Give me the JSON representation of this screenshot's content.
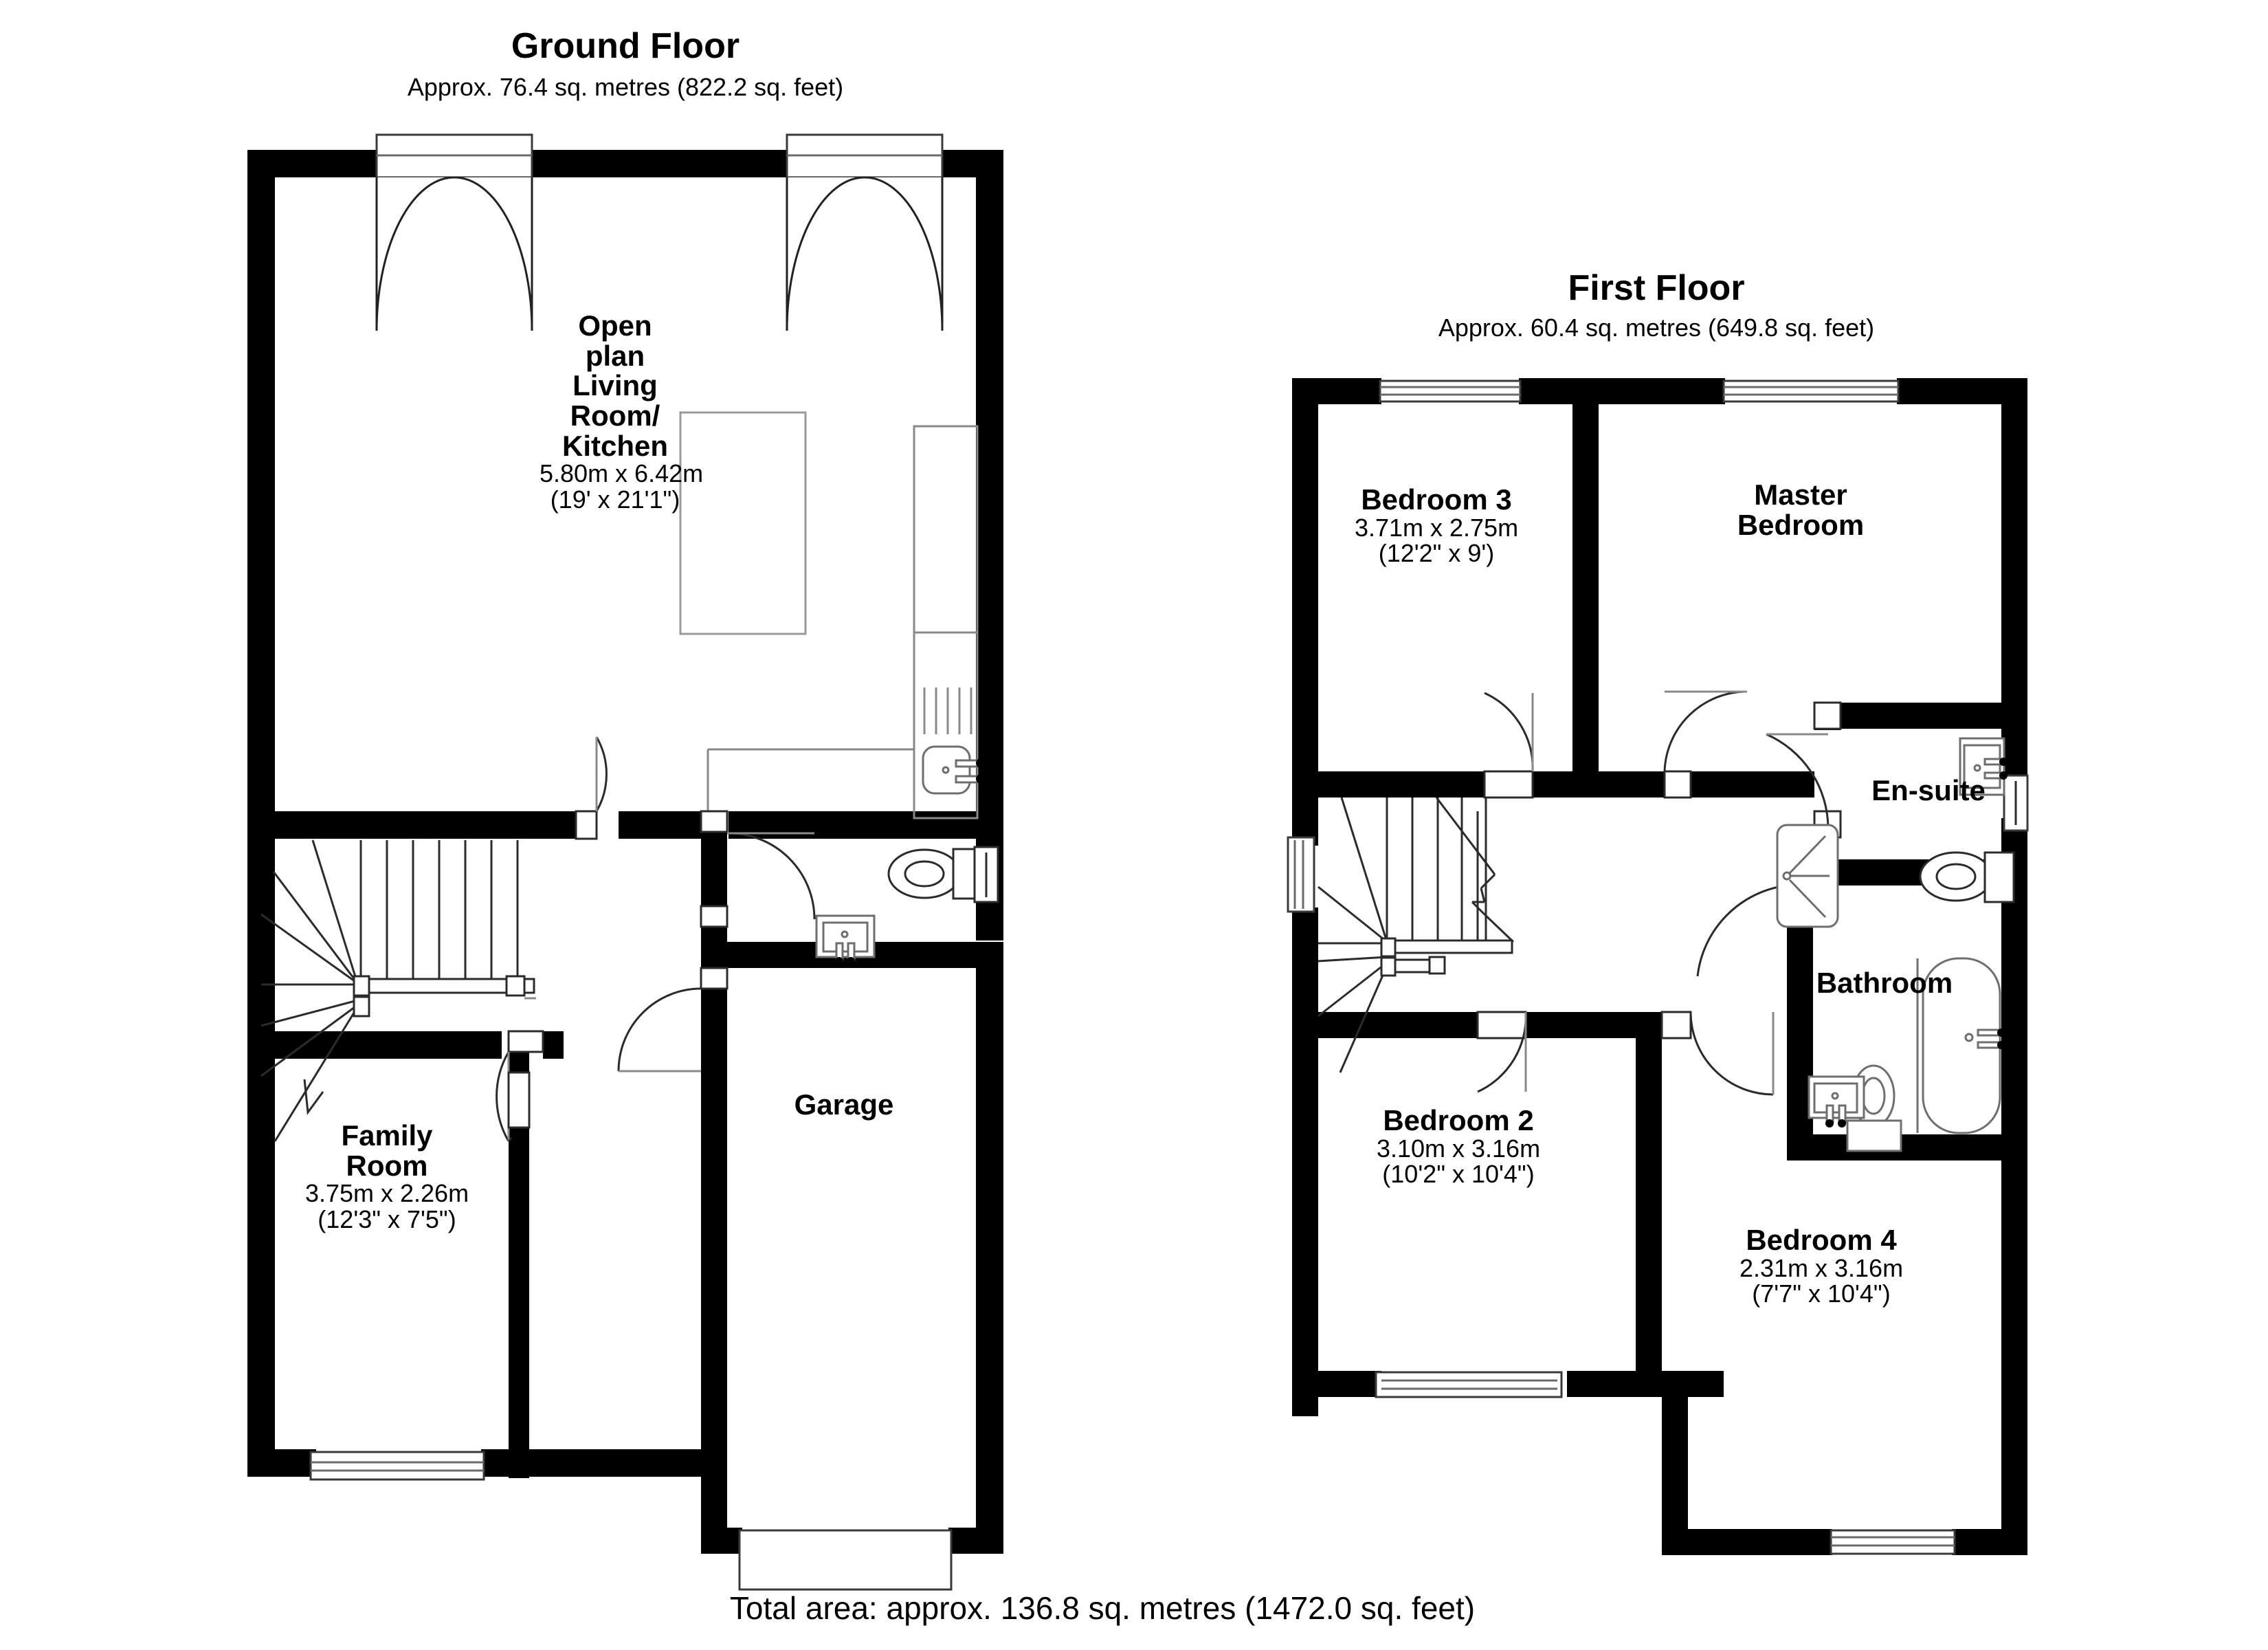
{
  "document": {
    "type": "floor-plan",
    "background_color": "#ffffff",
    "line_color": "#000000",
    "wall_fill": "#000000",
    "fixture_stroke": "#555555"
  },
  "floors": [
    {
      "id": "ground",
      "title": "Ground Floor",
      "area_text": "Approx. 76.4 sq. metres (822.2 sq. feet)",
      "area_sq_metres": 76.4,
      "area_sq_feet": 822.2,
      "rooms": [
        {
          "id": "open-plan-living-kitchen",
          "name_lines": [
            "Open",
            "plan",
            "Living",
            "Room/",
            "Kitchen"
          ],
          "name": "Open plan Living Room/ Kitchen",
          "dim_metric": "5.80m x 6.42m",
          "dim_imperial": "(19' x 21'1\")"
        },
        {
          "id": "family-room",
          "name_lines": [
            "Family",
            "Room"
          ],
          "name": "Family Room",
          "dim_metric": "3.75m x 2.26m",
          "dim_imperial": "(12'3\" x 7'5\")"
        },
        {
          "id": "garage",
          "name_lines": [
            "Garage"
          ],
          "name": "Garage",
          "dim_metric": "",
          "dim_imperial": ""
        }
      ]
    },
    {
      "id": "first",
      "title": "First Floor",
      "area_text": "Approx. 60.4 sq. metres (649.8 sq. feet)",
      "area_sq_metres": 60.4,
      "area_sq_feet": 649.8,
      "rooms": [
        {
          "id": "bedroom-3",
          "name_lines": [
            "Bedroom 3"
          ],
          "name": "Bedroom 3",
          "dim_metric": "3.71m x 2.75m",
          "dim_imperial": "(12'2\" x 9')"
        },
        {
          "id": "master-bedroom",
          "name_lines": [
            "Master",
            "Bedroom"
          ],
          "name": "Master Bedroom",
          "dim_metric": "",
          "dim_imperial": ""
        },
        {
          "id": "en-suite",
          "name_lines": [
            "En-suite"
          ],
          "name": "En-suite",
          "dim_metric": "",
          "dim_imperial": ""
        },
        {
          "id": "bathroom",
          "name_lines": [
            "Bathroom"
          ],
          "name": "Bathroom",
          "dim_metric": "",
          "dim_imperial": ""
        },
        {
          "id": "bedroom-2",
          "name_lines": [
            "Bedroom 2"
          ],
          "name": "Bedroom 2",
          "dim_metric": "3.10m x 3.16m",
          "dim_imperial": "(10'2\" x 10'4\")"
        },
        {
          "id": "bedroom-4",
          "name_lines": [
            "Bedroom 4"
          ],
          "name": "Bedroom 4",
          "dim_metric": "2.31m x 3.16m",
          "dim_imperial": "(7'7\" x 10'4\")"
        }
      ]
    }
  ],
  "footer": {
    "total_area_text": "Total area: approx. 136.8 sq. metres (1472.0 sq. feet)",
    "total_sq_metres": 136.8,
    "total_sq_feet": 1472.0
  },
  "labels": {
    "ground_title": "Ground Floor",
    "ground_area": "Approx. 76.4 sq. metres (822.2 sq. feet)",
    "first_title": "First Floor",
    "first_area": "Approx. 60.4 sq. metres (649.8 sq. feet)",
    "open_plan_l1": "Open",
    "open_plan_l2": "plan",
    "open_plan_l3": "Living",
    "open_plan_l4": "Room/",
    "open_plan_l5": "Kitchen",
    "open_plan_dim": "5.80m x 6.42m",
    "open_plan_dim2": "(19' x 21'1\")",
    "family_l1": "Family",
    "family_l2": "Room",
    "family_dim": "3.75m x 2.26m",
    "family_dim2": "(12'3\" x 7'5\")",
    "garage": "Garage",
    "bedroom3": "Bedroom 3",
    "bedroom3_dim": "3.71m x 2.75m",
    "bedroom3_dim2": "(12'2\" x 9')",
    "master_l1": "Master",
    "master_l2": "Bedroom",
    "ensuite": "En-suite",
    "bathroom": "Bathroom",
    "bedroom2": "Bedroom 2",
    "bedroom2_dim": "3.10m x 3.16m",
    "bedroom2_dim2": "(10'2\" x 10'4\")",
    "bedroom4": "Bedroom 4",
    "bedroom4_dim": "2.31m x 3.16m",
    "bedroom4_dim2": "(7'7\" x 10'4\")",
    "total_area": "Total area: approx. 136.8 sq. metres (1472.0 sq. feet)"
  }
}
